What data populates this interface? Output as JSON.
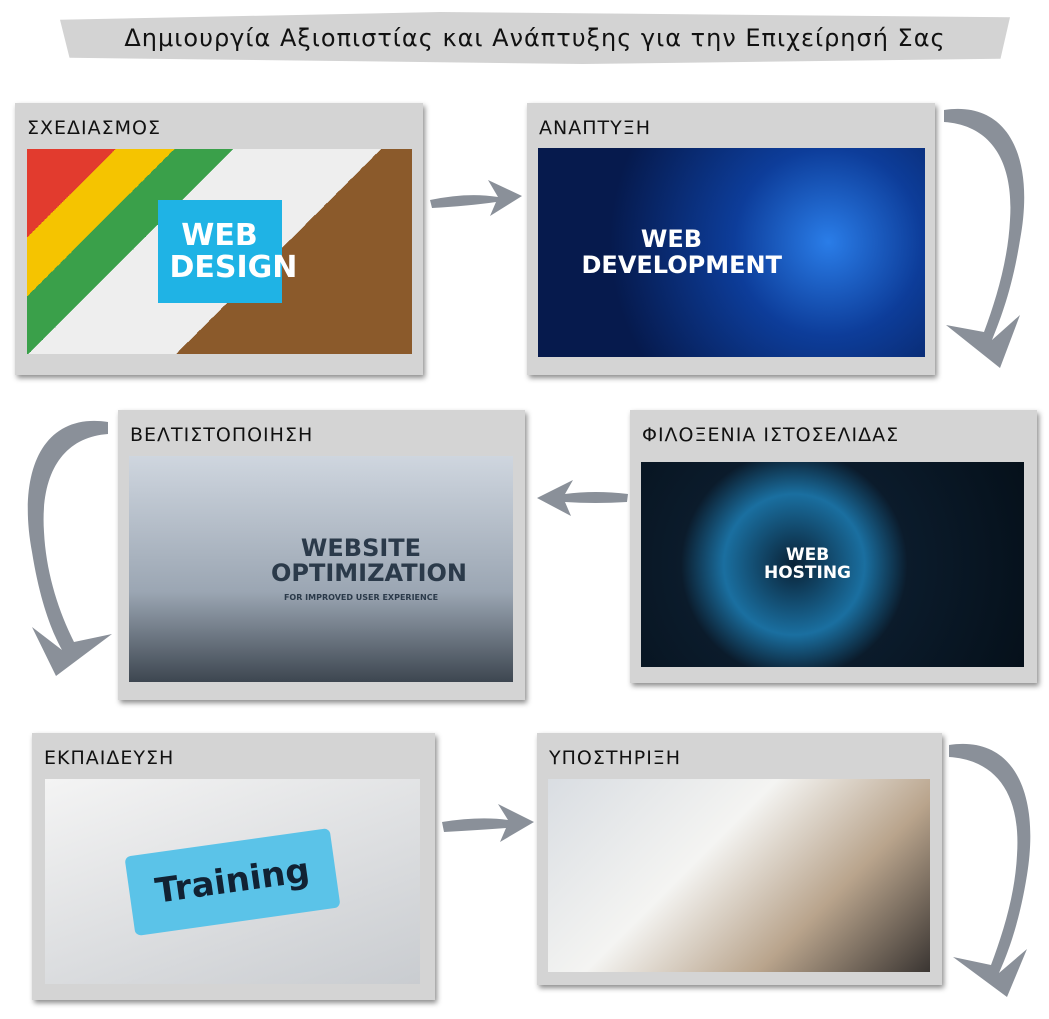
{
  "title": "Δημιουργία Αξιοπιστίας και Ανάπτυξης για την Επιχείρησή Σας",
  "steps": [
    {
      "label": "ΣΧΕΔΙΑΣΜΟΣ",
      "image_text": "WEB DESIGN"
    },
    {
      "label": "ΑΝΑΠΤΥΞΗ",
      "image_text": "WEB DEVELOPMENT"
    },
    {
      "label": "ΒΕΛΤΙΣΤΟΠΟΙΗΣΗ",
      "image_text": "WEBSITE OPTIMIZATION",
      "image_subtext": "FOR IMPROVED USER EXPERIENCE"
    },
    {
      "label": "ΦΙΛΟΞΕΝΙΑ  ΙΣΤΟΣΕΛΙΔΑΣ",
      "image_text": "WEB HOSTING"
    },
    {
      "label": "ΕΚΠΑΙΔΕΥΣΗ",
      "image_text": "Training"
    },
    {
      "label": "ΥΠΟΣΤΗΡΙΞΗ"
    }
  ],
  "colors": {
    "card": "#d4d4d4",
    "arrow": "#8a9099"
  }
}
